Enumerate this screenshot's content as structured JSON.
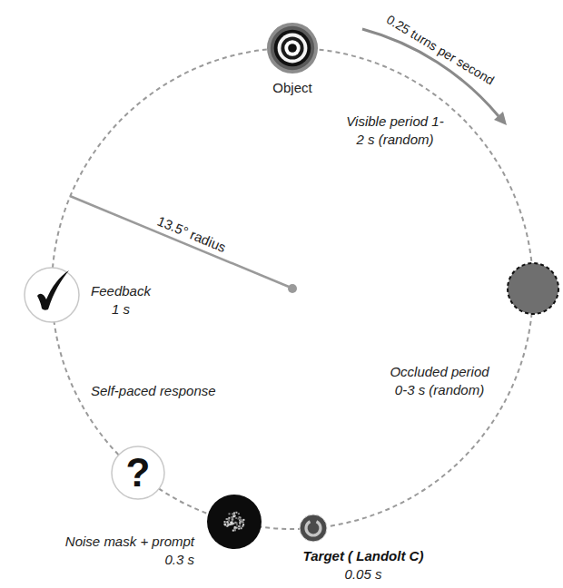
{
  "diagram": {
    "nodes": [
      {
        "text": [
          "Object"
        ]
      },
      {
        "text": [
          "?"
        ]
      }
    ],
    "labels": [
      "0.25 turns per second",
      "Visible period 1-2 s (random)",
      "13.5° radius",
      "Feedback 1 s",
      "Occluded period 0-3 s (random)",
      "Self-paced response",
      "Noise mask + prompt 0.3 s",
      "Target ( Landolt C)",
      "0.05 s"
    ]
  }
}
